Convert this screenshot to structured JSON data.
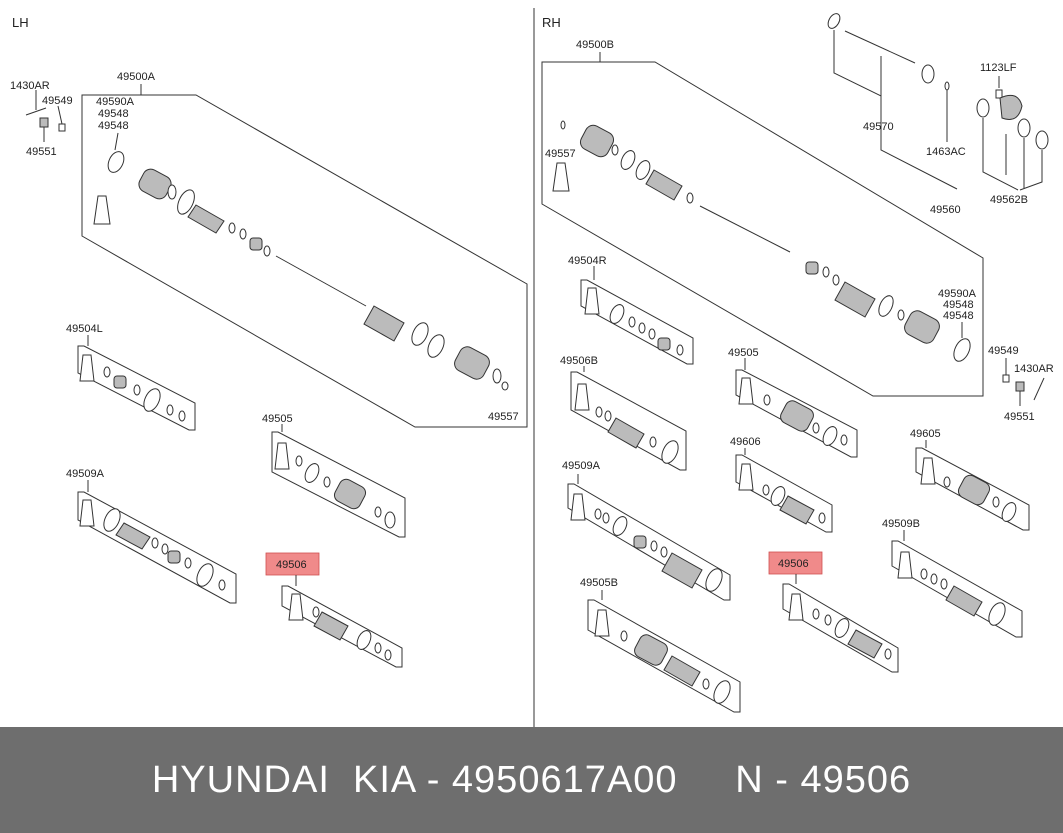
{
  "sides": {
    "left": "LH",
    "right": "RH"
  },
  "labels": {
    "l_1430AR": "1430AR",
    "l_49549": "49549",
    "l_49551": "49551",
    "l_49500A": "49500A",
    "l_49590A": "49590A",
    "l_49548a": "49548",
    "l_49548b": "49548",
    "l_49557": "49557",
    "l_49504L": "49504L",
    "l_49505": "49505",
    "l_49509A": "49509A",
    "l_49506": "49506",
    "r_49500B": "49500B",
    "r_1123LF": "1123LF",
    "r_49570": "49570",
    "r_1463AC": "1463AC",
    "r_49560": "49560",
    "r_49562B": "49562B",
    "r_49557": "49557",
    "r_49504R": "49504R",
    "r_49590A": "49590A",
    "r_49548a": "49548",
    "r_49548b": "49548",
    "r_49549": "49549",
    "r_1430AR": "1430AR",
    "r_49551": "49551",
    "r_49506B": "49506B",
    "r_49505": "49505",
    "r_49606": "49606",
    "r_49605": "49605",
    "r_49509A": "49509A",
    "r_49509B": "49509B",
    "r_49505B": "49505B",
    "r_49506": "49506"
  },
  "footer": {
    "text": "HYUNDAI  KIA - 4950617A00     N - 49506"
  },
  "colors": {
    "highlight": "#f08a8a",
    "footer_bg": "#6e6e6e"
  }
}
